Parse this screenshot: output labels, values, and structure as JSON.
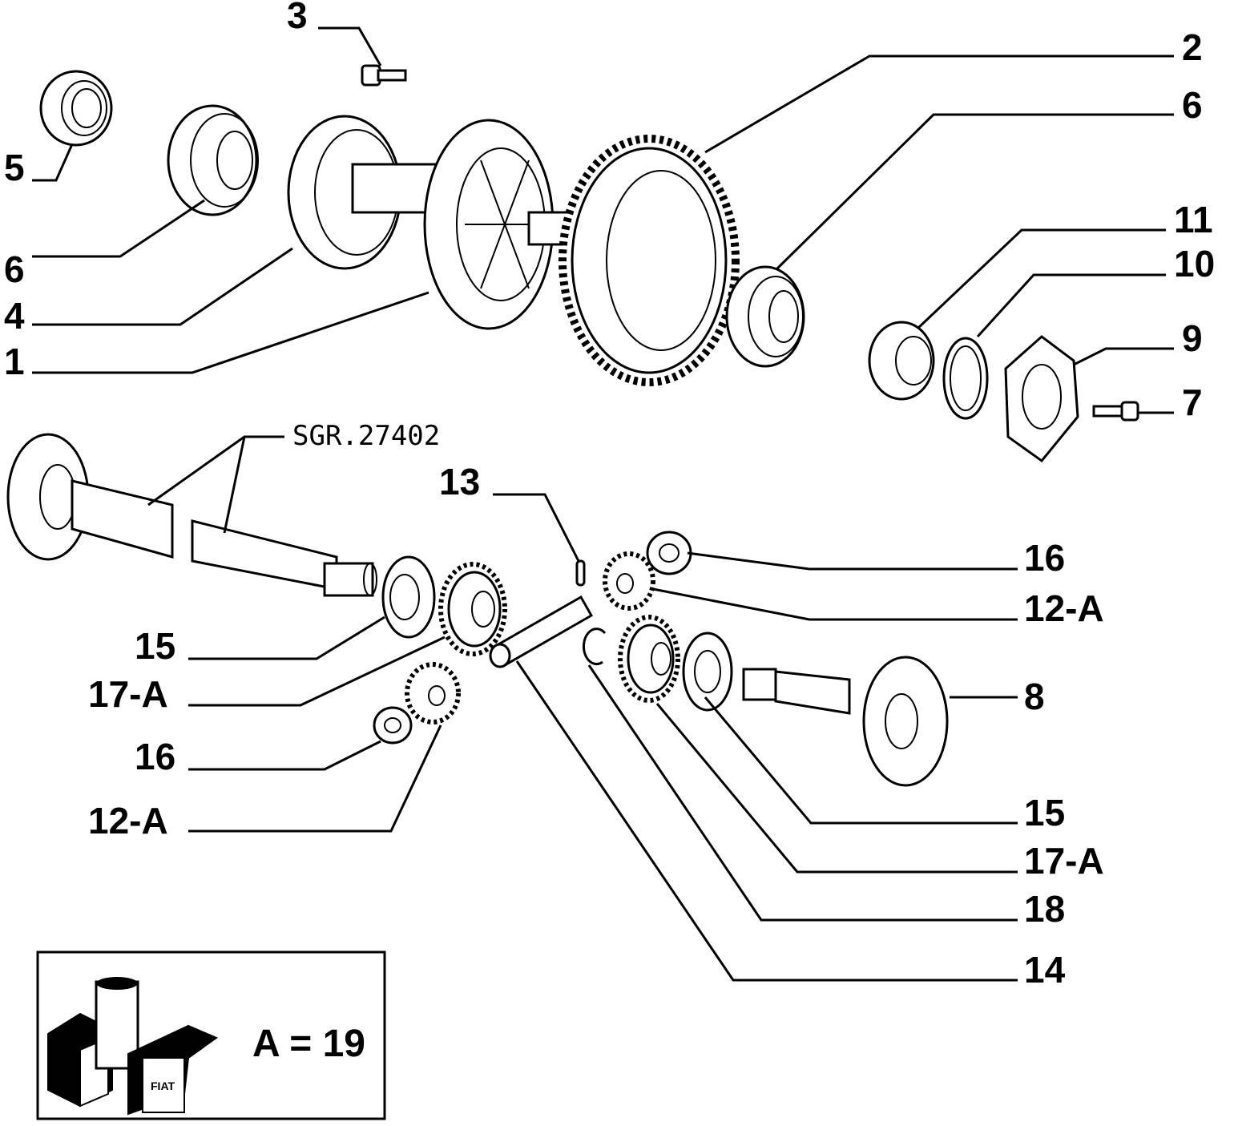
{
  "callouts": {
    "c1": "1",
    "c2": "2",
    "c3": "3",
    "c4": "4",
    "c5": "5",
    "c6a": "6",
    "c6b": "6",
    "c7": "7",
    "c8": "8",
    "c9": "9",
    "c10": "10",
    "c11": "11",
    "c12a_left": "12-A",
    "c12a_right": "12-A",
    "c13": "13",
    "c14": "14",
    "c15_left": "15",
    "c15_right": "15",
    "c16_left": "16",
    "c16_right": "16",
    "c17a_left": "17-A",
    "c17a_right": "17-A",
    "c18": "18"
  },
  "reference": "SGR.27402",
  "legend": {
    "text": "A = 19",
    "logo_text": "FIAT"
  }
}
